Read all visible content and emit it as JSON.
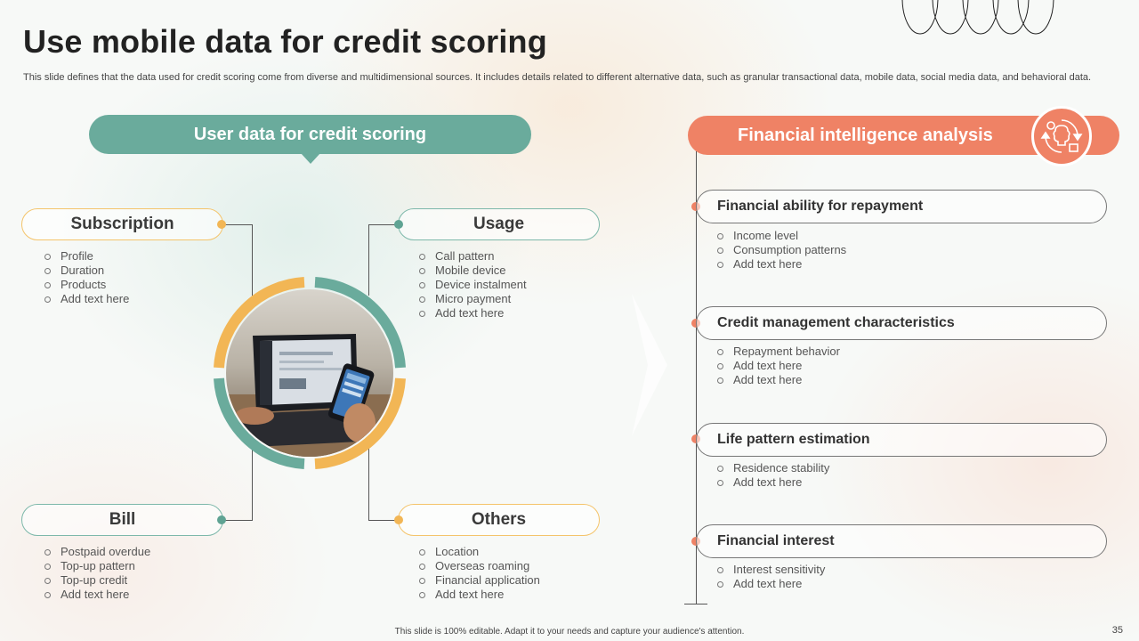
{
  "title": "Use mobile data for credit scoring",
  "subtitle": "This slide defines that the data used for credit scoring come from diverse and multidimensional sources. It includes details related to different alternative data, such as granular transactional data, mobile data, social media data, and behavioral data.",
  "left_section": {
    "banner": "User data for credit scoring",
    "subscription": {
      "label": "Subscription",
      "items": [
        "Profile",
        "Duration",
        "Products",
        "Add text here"
      ]
    },
    "usage": {
      "label": "Usage",
      "items": [
        "Call pattern",
        "Mobile device",
        "Device instalment",
        "Micro payment",
        "Add text here"
      ]
    },
    "bill": {
      "label": "Bill",
      "items": [
        "Postpaid overdue",
        "Top-up pattern",
        "Top-up credit",
        "Add text here"
      ]
    },
    "others": {
      "label": "Others",
      "items": [
        "Location",
        "Overseas roaming",
        "Financial application",
        "Add text here"
      ]
    }
  },
  "right_section": {
    "banner": "Financial intelligence analysis",
    "items": [
      {
        "label": "Financial ability for repayment",
        "bullets": [
          "Income level",
          "Consumption patterns",
          "Add text here"
        ]
      },
      {
        "label": "Credit management characteristics",
        "bullets": [
          "Repayment behavior",
          "Add text here",
          "Add text here"
        ]
      },
      {
        "label": "Life pattern estimation",
        "bullets": [
          "Residence stability",
          "Add text here"
        ]
      },
      {
        "label": "Financial interest",
        "bullets": [
          "Interest sensitivity",
          "Add text here"
        ]
      }
    ]
  },
  "colors": {
    "teal": "#6aab9c",
    "orange": "#f2b655",
    "coral": "#ef8265"
  },
  "icons": {
    "badge": "brain-analytics-icon",
    "photo": "laptop-phone-photo"
  },
  "footer": "This slide is 100% editable. Adapt it to your needs and capture your audience's attention.",
  "page_number": "35"
}
